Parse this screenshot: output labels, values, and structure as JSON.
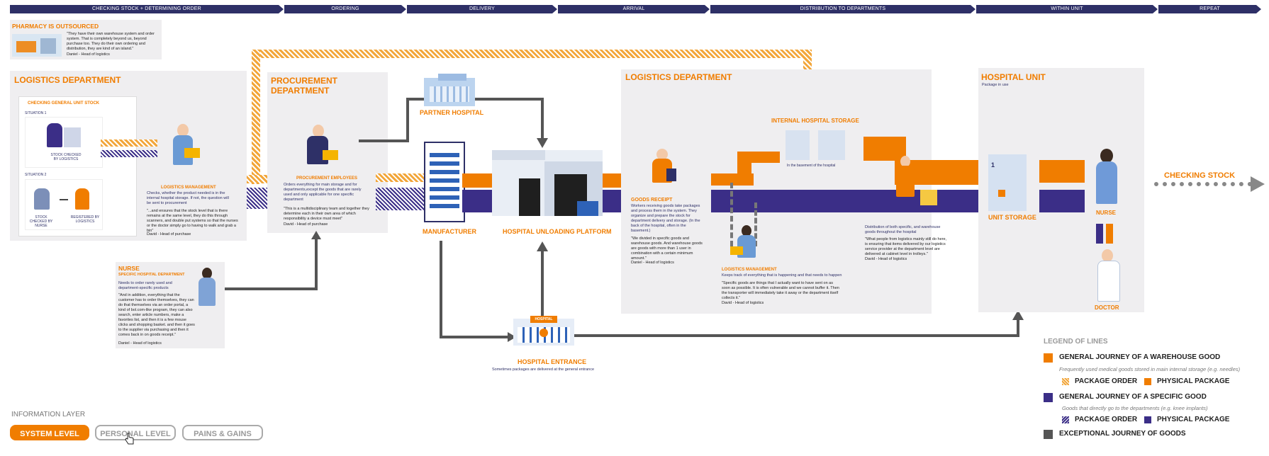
{
  "phases": [
    {
      "label": "CHECKING STOCK + DETERMINING ORDER"
    },
    {
      "label": "ORDERING"
    },
    {
      "label": "DELIVERY"
    },
    {
      "label": "ARRIVAL"
    },
    {
      "label": "DISTRIBUTION TO DEPARTMENTS"
    },
    {
      "label": "WITHIN UNIT"
    },
    {
      "label": "REPEAT"
    }
  ],
  "outsourced": {
    "title": "PHARMACY IS OUTSOURCED",
    "quote": "\"They have their own warehouse system and order system. That is completely beyond us, beyond purchase too. They do their own ordering and distribution, they are kind of an island.\"",
    "author": "Daniel - Head of logistics"
  },
  "logistics1": {
    "title": "LOGISTICS DEPARTMENT",
    "check_title": "CHECKING GENERAL UNIT STOCK",
    "situation1": "SITUATION 1",
    "situation1_caption": "STOCK CHECKED BY LOGISTICS",
    "situation2": "SITUATION 2",
    "stock_by_nurse": "STOCK CHECKED BY NURSE",
    "registered": "REGISTERED BY LOGISTICS",
    "mgmt_title": "LOGISTICS MANAGEMENT",
    "mgmt_text": "Checks, whether the product needed is in the internal hospital storage. If not, the question will be sent to procurement",
    "mgmt_quote": "\"...and ensures that the stock level that is there remains at the same level, they do this through scanners, and double put systems so that the nurses or the doctor simply go to having to walk and grab a bin\"",
    "mgmt_author": "David - Head of purchase"
  },
  "procurement": {
    "title": "PROCUREMENT DEPARTMENT",
    "emp_title": "PROCUREMENT EMPLOYEES",
    "emp_text": "Orders everything for main storage and for departments,except the goods that are rarely used and only applicable for one specific department",
    "quote": "\"This is a multidisciplinary team and together they determine each in their own area of which responsibility a device must meet\"",
    "author": "David - Head of purchase"
  },
  "nurse_box": {
    "title": "NURSE",
    "subtitle": "SPECIFIC HOSPITAL DEPARTMENT",
    "text": "Needs to order rarely used and department-specific products",
    "quote": "\"And in addition, everything that the customer has to order themselves, they can do that themselves via an order portal, a kind of bol.com-like program, they can also search, enter article numbers, make a favorites list, and then it is a few mouse clicks and shopping basket. and then it goes to the supplier via purchasing and then it comes back in on goods receipt.\"",
    "author": "Daniel - Head of logistics"
  },
  "places": {
    "partner": "PARTNER HOSPITAL",
    "manufacturer": "MANUFACTURER",
    "platform": "HOSPITAL UNLOADING PLATFORM",
    "entrance": "HOSPITAL ENTRANCE",
    "entrance_note": "Sometimes packages are delivered at the general entrance",
    "hospital_sign": "HOSPITAL"
  },
  "logistics2": {
    "title": "LOGISTICS DEPARTMENT",
    "receipt_title": "GOODS RECEIPT",
    "receipt_text": "Workers receiving goods take packages and process them in the system. They organize and prepare the stock for department delivery and storage. (In the back of the hospital, often in the basement.)",
    "receipt_quote": "\"We divided in specific goods and warehouse goods. And warehouse goods are goods with more than 1 user in combination with a certain minimum amount.\"",
    "receipt_author": "Daniel - Head of logistics",
    "storage_title": "INTERNAL HOSPITAL STORAGE",
    "storage_text": "In the basement of the hospital",
    "mgmt_title": "LOGISTICS MANAGEMENT",
    "mgmt_text": "Keeps track of everything that is happening and that needs to happen",
    "mgmt_quote": "\"Specific goods are things that I actually want to have sent on as soon as possible. It is often vulnerable and we cannot buffer it. Then the transporter will immediately take it away or the department itself collects it.\"",
    "mgmt_author": "David - Head of logistics",
    "dist_text": "Distribution of both specific, and warehouse goods throughout the hospital",
    "dist_quote": "\"What people from logistics mainly still do here, is ensuring that items delivered by our logistics service provider at the department level are delivered at cabinet level in trolleys.\"",
    "dist_author": "David - Head of logistics"
  },
  "unit": {
    "title": "HOSPITAL UNIT",
    "subtitle": "Package in use",
    "storage": "UNIT STORAGE",
    "nurse": "NURSE",
    "doctor": "DOCTOR",
    "shelf_number": "1"
  },
  "repeat_label": "CHECKING STOCK",
  "legend": {
    "title": "LEGEND OF LINES",
    "warehouse_title": "GENERAL JOURNEY OF A WAREHOUSE GOOD",
    "warehouse_sub": "Frequently used medical goods stored in main internal storage (e.g. needles)",
    "package_order": "PACKAGE ORDER",
    "physical_package": "PHYSICAL PACKAGE",
    "specific_title": "GENERAL JOURNEY OF A SPECIFIC GOOD",
    "specific_sub": "Goods that directly go to the departments (e.g. knee implants)",
    "package_order2": "PACKAGE ORDER",
    "physical_package2": "PHYSICAL PACKAGE",
    "exceptional": "EXCEPTIONAL JOURNEY OF GOODS"
  },
  "info_layer": {
    "title": "INFORMATION LAYER",
    "buttons": [
      "SYSTEM LEVEL",
      "PERSONAL LEVEL",
      "PAINS & GAINS"
    ]
  },
  "colors": {
    "orange": "#f07d00",
    "purple": "#3b2e87",
    "navy": "#2e3067",
    "grey": "#555555"
  }
}
